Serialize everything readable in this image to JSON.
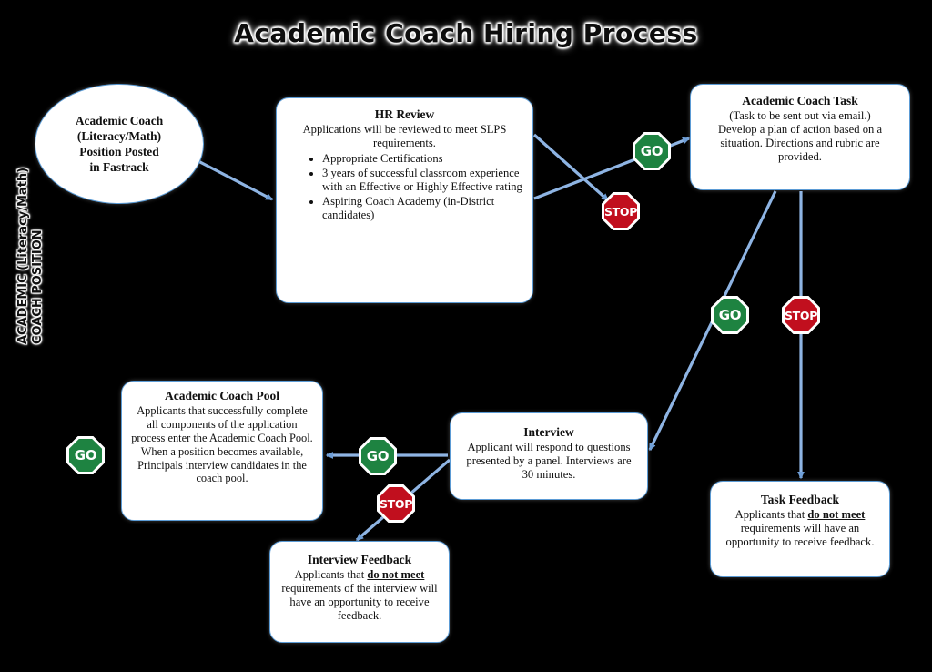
{
  "title": "Academic Coach Hiring Process",
  "side_caption": {
    "line1": "ACADEMIC (Literacy/Math)",
    "line2": "COACH POSITION"
  },
  "colors": {
    "background": "#000000",
    "node_fill": "#ffffff",
    "node_border": "#5b9bd5",
    "connector": "#8eb4e3",
    "go_green": "#1e8341",
    "stop_red": "#c10f1e",
    "text": "#111111"
  },
  "nodes": {
    "posted": {
      "shape": "ellipse",
      "text": "Academic Coach (Literacy/Math) Position Posted in Fastrack",
      "lines": [
        "Academic Coach",
        "(Literacy/Math)",
        "Position Posted",
        "in Fastrack"
      ]
    },
    "hr_review": {
      "shape": "rounded-rect",
      "heading": "HR Review",
      "body": "Applications will be reviewed to meet SLPS requirements.",
      "bullets": [
        "Appropriate Certifications",
        " 3 years of successful classroom experience with an Effective or Highly Effective rating",
        "Aspiring Coach Academy (in-District candidates)"
      ]
    },
    "coach_task": {
      "shape": "rounded-rect",
      "heading": "Academic Coach Task",
      "subtitle": "(Task to be sent out via email.)",
      "body": "Develop a plan of action based on a situation.  Directions and rubric are provided."
    },
    "coach_pool": {
      "shape": "rounded-rect",
      "heading": "Academic Coach Pool",
      "body": "Applicants that successfully complete all components of the application process enter the Academic Coach Pool. When a position becomes available, Principals interview candidates in the coach pool."
    },
    "interview": {
      "shape": "rounded-rect",
      "heading": "Interview",
      "body": "Applicant will respond to questions presented by a panel. Interviews are 30 minutes."
    },
    "interview_feedback": {
      "shape": "rounded-rect",
      "heading": "Interview Feedback",
      "body_pre": "Applicants that ",
      "body_emph": "do not meet",
      "body_post": " requirements of the interview will have an opportunity to receive feedback."
    },
    "task_feedback": {
      "shape": "rounded-rect",
      "heading": "Task Feedback",
      "body_pre": "Applicants that ",
      "body_emph": "do not meet",
      "body_post": " requirements will have an opportunity to receive feedback."
    }
  },
  "signs": [
    {
      "id": "go-hr-to-task",
      "type": "GO",
      "label": "GO"
    },
    {
      "id": "stop-hr-reject",
      "type": "STOP",
      "label": "STOP"
    },
    {
      "id": "go-task-to-interview",
      "type": "GO",
      "label": "GO"
    },
    {
      "id": "stop-task-reject",
      "type": "STOP",
      "label": "STOP"
    },
    {
      "id": "go-interview-to-pool",
      "type": "GO",
      "label": "GO"
    },
    {
      "id": "stop-interview-reject",
      "type": "STOP",
      "label": "STOP"
    },
    {
      "id": "go-pool-legend",
      "type": "GO",
      "label": "GO"
    }
  ]
}
